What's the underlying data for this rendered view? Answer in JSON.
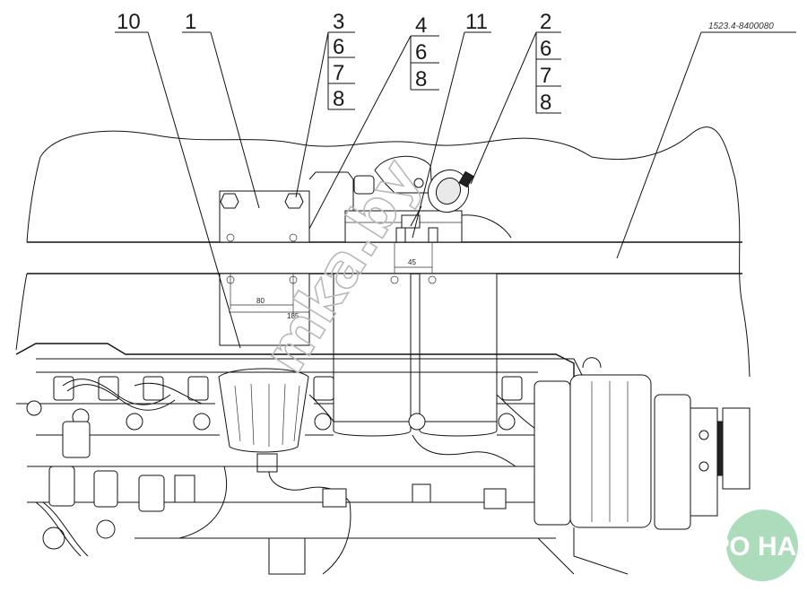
{
  "document": {
    "number": "1523.4-8400080"
  },
  "callouts": [
    {
      "id": "c10",
      "text": "10"
    },
    {
      "id": "c1",
      "text": "1"
    },
    {
      "id": "c3",
      "text": "3"
    },
    {
      "id": "c4",
      "text": "4"
    },
    {
      "id": "c11",
      "text": "11"
    },
    {
      "id": "c2",
      "text": "2"
    }
  ],
  "stacks": {
    "s3": [
      "6",
      "7",
      "8"
    ],
    "s4": [
      "6",
      "8"
    ],
    "s2": [
      "6",
      "7",
      "8"
    ]
  },
  "dimensions": {
    "d45": "45",
    "d80": "80",
    "d185": "185"
  },
  "watermark": {
    "text": "mka.by",
    "color": "#b8b8b8"
  },
  "logo": {
    "text": "АГРО НА",
    "color": "#9fd6b2"
  },
  "colors": {
    "line": "#111111",
    "background": "#ffffff"
  }
}
